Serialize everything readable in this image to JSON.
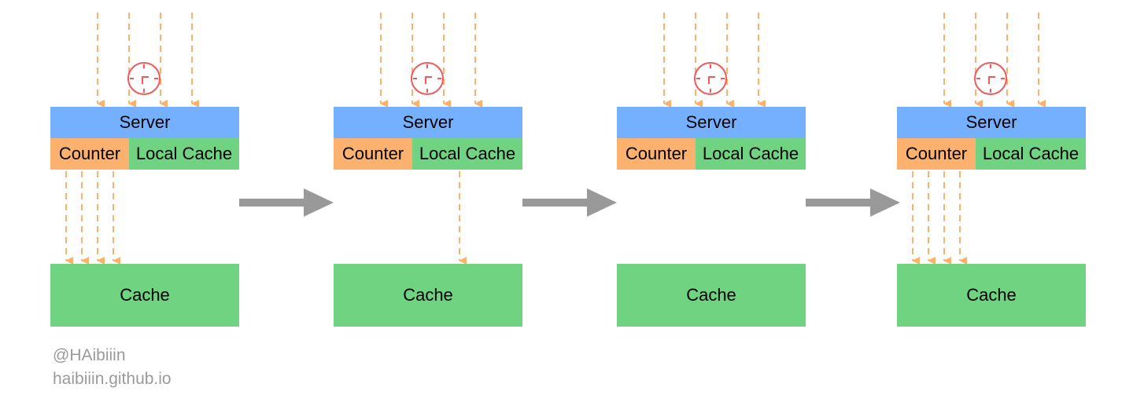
{
  "labels": {
    "server": "Server",
    "counter": "Counter",
    "local_cache": "Local Cache",
    "cache": "Cache"
  },
  "stages": [
    {
      "incoming_requests": 4,
      "requests_to_cache": 4
    },
    {
      "incoming_requests": 4,
      "requests_to_cache": 1
    },
    {
      "incoming_requests": 4,
      "requests_to_cache": 0
    },
    {
      "incoming_requests": 4,
      "requests_to_cache": 4
    }
  ],
  "credits": {
    "handle": "@HAibiiin",
    "site": "haibiiin.github.io"
  },
  "colors": {
    "server": "#74b0fd",
    "counter": "#fdb16e",
    "local_cache": "#6fd382",
    "cache": "#6fd382",
    "request_arrow": "#fcb26e",
    "clock": "#f05a5a",
    "stage_arrow": "#999999"
  },
  "icons": {
    "timer": "clock-icon",
    "transition": "right-arrow-icon"
  }
}
